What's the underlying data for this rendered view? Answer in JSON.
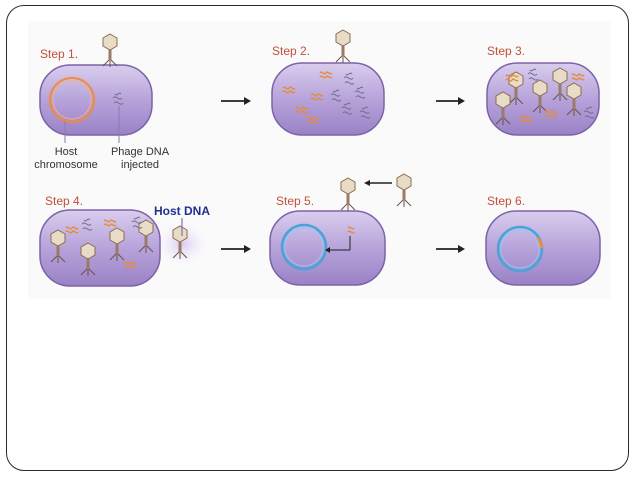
{
  "steps": [
    {
      "label": "Step 1."
    },
    {
      "label": "Step 2."
    },
    {
      "label": "Step 3."
    },
    {
      "label": "Step 4."
    },
    {
      "label": "Step 5."
    },
    {
      "label": "Step 6."
    }
  ],
  "callouts": {
    "host_chromosome": {
      "line1": "Host",
      "line2": "chromosome"
    },
    "phage_dna": {
      "line1": "Phage DNA",
      "line2": "injected"
    },
    "host_dna": "Host DNA"
  },
  "colors": {
    "cell_fill": "#b9a6dc",
    "cell_edge": "#7c62a8",
    "host_chromosome": "#f08a3c",
    "integrated_chromosome": "#4aa3d8",
    "phage_dna": "#f0a040",
    "step_label": "#c0503b",
    "host_dna_label": "#1f2f8f"
  }
}
